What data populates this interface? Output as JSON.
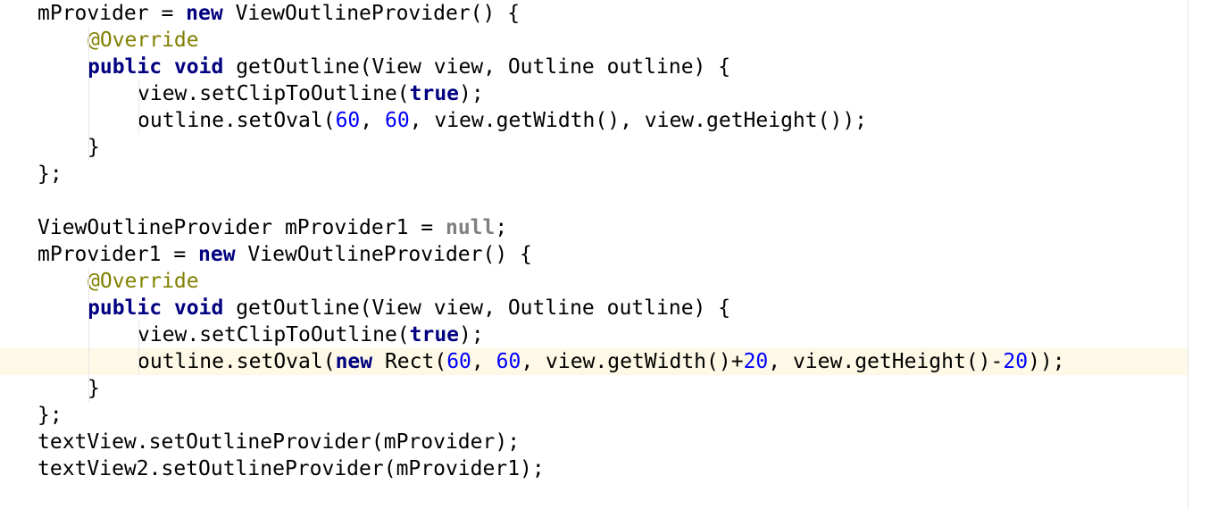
{
  "lines": [
    {
      "indent": 0,
      "current": false,
      "tokens": [
        {
          "t": "plain",
          "v": "mProvider = "
        },
        {
          "t": "kw",
          "v": "new"
        },
        {
          "t": "plain",
          "v": " ViewOutlineProvider() {"
        }
      ]
    },
    {
      "indent": 1,
      "current": false,
      "tokens": [
        {
          "t": "ann",
          "v": "@Override"
        }
      ]
    },
    {
      "indent": 1,
      "current": false,
      "tokens": [
        {
          "t": "kw",
          "v": "public"
        },
        {
          "t": "plain",
          "v": " "
        },
        {
          "t": "kw",
          "v": "void"
        },
        {
          "t": "plain",
          "v": " getOutline(View view, Outline outline) {"
        }
      ]
    },
    {
      "indent": 2,
      "current": false,
      "tokens": [
        {
          "t": "plain",
          "v": "view.setClipToOutline("
        },
        {
          "t": "kw",
          "v": "true"
        },
        {
          "t": "plain",
          "v": ");"
        }
      ]
    },
    {
      "indent": 2,
      "current": false,
      "tokens": [
        {
          "t": "plain",
          "v": "outline.setOval("
        },
        {
          "t": "num",
          "v": "60"
        },
        {
          "t": "plain",
          "v": ", "
        },
        {
          "t": "num",
          "v": "60"
        },
        {
          "t": "plain",
          "v": ", view.getWidth(), view.getHeight());"
        }
      ]
    },
    {
      "indent": 1,
      "current": false,
      "tokens": [
        {
          "t": "plain",
          "v": "}"
        }
      ]
    },
    {
      "indent": 0,
      "current": false,
      "tokens": [
        {
          "t": "plain",
          "v": "};"
        }
      ]
    },
    {
      "indent": 0,
      "current": false,
      "tokens": []
    },
    {
      "indent": 0,
      "current": false,
      "tokens": [
        {
          "t": "plain",
          "v": "ViewOutlineProvider mProvider1 = "
        },
        {
          "t": "nul",
          "v": "null"
        },
        {
          "t": "plain",
          "v": ";"
        }
      ]
    },
    {
      "indent": 0,
      "current": false,
      "tokens": [
        {
          "t": "plain",
          "v": "mProvider1 = "
        },
        {
          "t": "kw",
          "v": "new"
        },
        {
          "t": "plain",
          "v": " ViewOutlineProvider() {"
        }
      ]
    },
    {
      "indent": 1,
      "current": false,
      "tokens": [
        {
          "t": "ann",
          "v": "@Override"
        }
      ]
    },
    {
      "indent": 1,
      "current": false,
      "tokens": [
        {
          "t": "kw",
          "v": "public"
        },
        {
          "t": "plain",
          "v": " "
        },
        {
          "t": "kw",
          "v": "void"
        },
        {
          "t": "plain",
          "v": " getOutline(View view, Outline outline) {"
        }
      ]
    },
    {
      "indent": 2,
      "current": false,
      "tokens": [
        {
          "t": "plain",
          "v": "view.setClipToOutline("
        },
        {
          "t": "kw",
          "v": "true"
        },
        {
          "t": "plain",
          "v": ");"
        }
      ]
    },
    {
      "indent": 2,
      "current": true,
      "tokens": [
        {
          "t": "plain",
          "v": "outline.setOval("
        },
        {
          "t": "kw",
          "v": "new"
        },
        {
          "t": "plain",
          "v": " Rect("
        },
        {
          "t": "num",
          "v": "60"
        },
        {
          "t": "plain",
          "v": ", "
        },
        {
          "t": "num",
          "v": "60"
        },
        {
          "t": "plain",
          "v": ", view.getWidth()+"
        },
        {
          "t": "num",
          "v": "20"
        },
        {
          "t": "plain",
          "v": ", view.getHeight()-"
        },
        {
          "t": "num",
          "v": "20"
        },
        {
          "t": "plain",
          "v": "));"
        }
      ]
    },
    {
      "indent": 1,
      "current": false,
      "tokens": [
        {
          "t": "plain",
          "v": "}"
        }
      ]
    },
    {
      "indent": 0,
      "current": false,
      "tokens": [
        {
          "t": "plain",
          "v": "};"
        }
      ]
    },
    {
      "indent": 0,
      "current": false,
      "tokens": [
        {
          "t": "plain",
          "v": "textView.setOutlineProvider(mProvider);"
        }
      ]
    },
    {
      "indent": 0,
      "current": false,
      "tokens": [
        {
          "t": "plain",
          "v": "textView2.setOutlineProvider(mProvider1);"
        }
      ]
    }
  ],
  "colors": {
    "background": "#ffffff",
    "current_line": "#fdf9e6",
    "keyword": "#000080",
    "annotation": "#808000",
    "number": "#0000ff",
    "null_literal": "#808080",
    "text": "#000000"
  }
}
